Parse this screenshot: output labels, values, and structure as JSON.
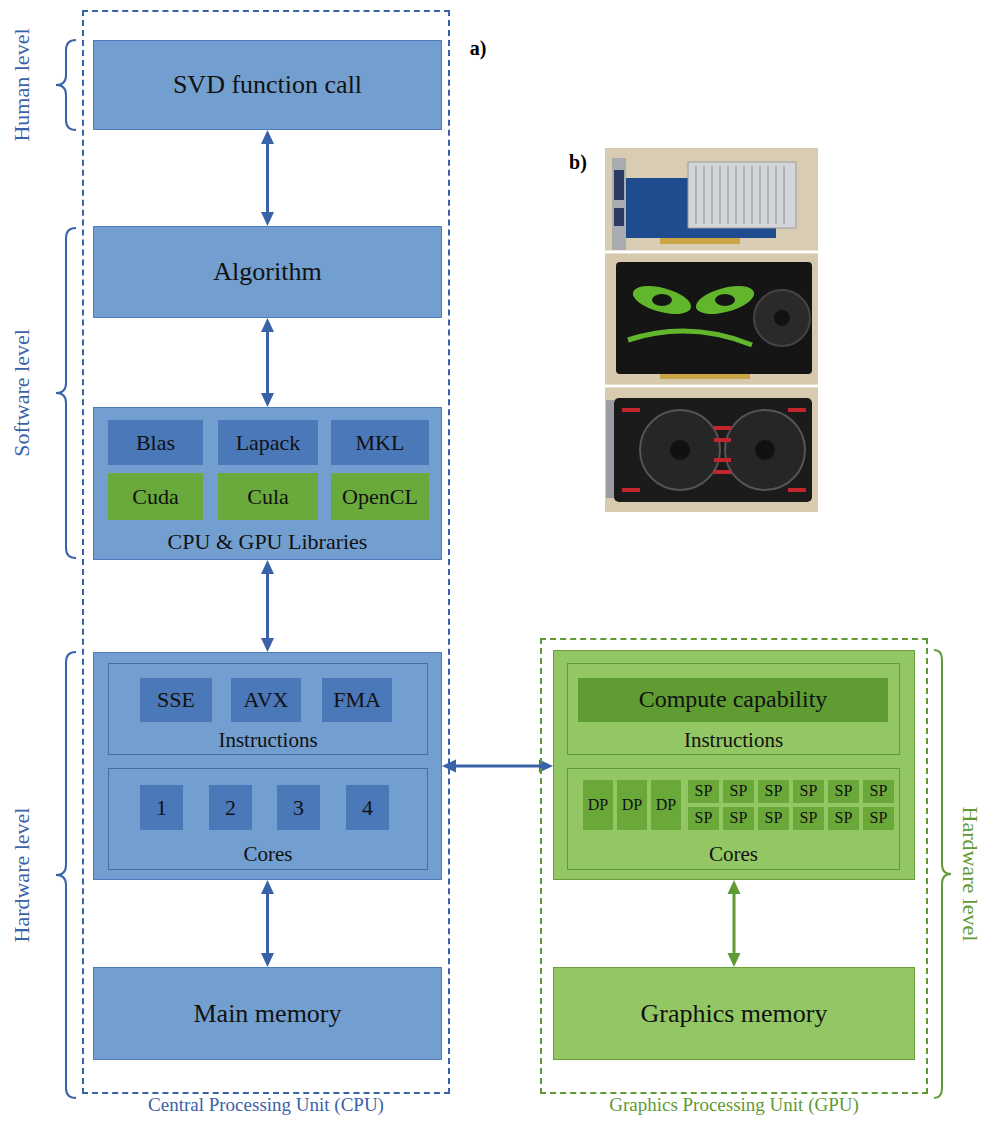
{
  "diagram": {
    "nodes": [
      {
        "text": [
          "Central Processing Unit (CPU)"
        ]
      },
      {
        "text": [
          "SVD function call"
        ],
        "in": 0
      },
      {
        "text": [
          "Algorithm"
        ],
        "in": 0
      },
      {
        "text": [
          "CPU & GPU Libraries"
        ],
        "in": 0
      },
      {
        "text": [
          "Blas"
        ],
        "in": 3
      },
      {
        "text": [
          "Lapack"
        ],
        "in": 3
      },
      {
        "text": [
          "MKL"
        ],
        "in": 3
      },
      {
        "text": [
          "Cuda"
        ],
        "in": 3
      },
      {
        "text": [
          "Cula"
        ],
        "in": 3
      },
      {
        "text": [
          "OpenCL"
        ],
        "in": 3
      },
      {
        "text": [],
        "in": 0
      },
      {
        "text": [
          "Instructions"
        ],
        "in": 10
      },
      {
        "text": [
          "SSE"
        ],
        "in": 11
      },
      {
        "text": [
          "AVX"
        ],
        "in": 11
      },
      {
        "text": [
          "FMA"
        ],
        "in": 11
      },
      {
        "text": [
          "Cores"
        ],
        "in": 10
      },
      {
        "text": [
          "1"
        ],
        "in": 15
      },
      {
        "text": [
          "2"
        ],
        "in": 15
      },
      {
        "text": [
          "3"
        ],
        "in": 15
      },
      {
        "text": [
          "4"
        ],
        "in": 15
      },
      {
        "text": [
          "Main memory"
        ],
        "in": 0
      },
      {
        "text": [
          "Graphics Processing Unit (GPU)"
        ]
      },
      {
        "text": [],
        "in": 21
      },
      {
        "text": [
          "Instructions"
        ],
        "in": 22
      },
      {
        "text": [
          "Compute capability"
        ],
        "in": 23
      },
      {
        "text": [
          "Cores"
        ],
        "in": 22
      },
      {
        "text": [
          "DP"
        ],
        "in": 25
      },
      {
        "text": [
          "DP"
        ],
        "in": 25
      },
      {
        "text": [
          "DP"
        ],
        "in": 25
      },
      {
        "text": [
          "SP"
        ],
        "in": 25
      },
      {
        "text": [
          "SP"
        ],
        "in": 25
      },
      {
        "text": [
          "SP"
        ],
        "in": 25
      },
      {
        "text": [
          "SP"
        ],
        "in": 25
      },
      {
        "text": [
          "SP"
        ],
        "in": 25
      },
      {
        "text": [
          "SP"
        ],
        "in": 25
      },
      {
        "text": [
          "SP"
        ],
        "in": 25
      },
      {
        "text": [
          "SP"
        ],
        "in": 25
      },
      {
        "text": [
          "SP"
        ],
        "in": 25
      },
      {
        "text": [
          "SP"
        ],
        "in": 25
      },
      {
        "text": [
          "SP"
        ],
        "in": 25
      },
      {
        "text": [
          "SP"
        ],
        "in": 25
      },
      {
        "text": [
          "Graphics memory"
        ],
        "in": 21
      }
    ],
    "edges": [
      {
        "from": 1,
        "to": 2,
        "arrow": "both"
      },
      {
        "from": 2,
        "to": 3,
        "arrow": "both"
      },
      {
        "from": 3,
        "to": 10,
        "arrow": "both"
      },
      {
        "from": 10,
        "to": 20,
        "arrow": "both"
      },
      {
        "from": 10,
        "to": 22,
        "arrow": "both"
      },
      {
        "from": 22,
        "to": 41,
        "arrow": "both"
      }
    ],
    "labels": [
      "a)",
      "b)",
      "Human level",
      "Software level",
      "Hardware level",
      "Hardware level"
    ]
  }
}
